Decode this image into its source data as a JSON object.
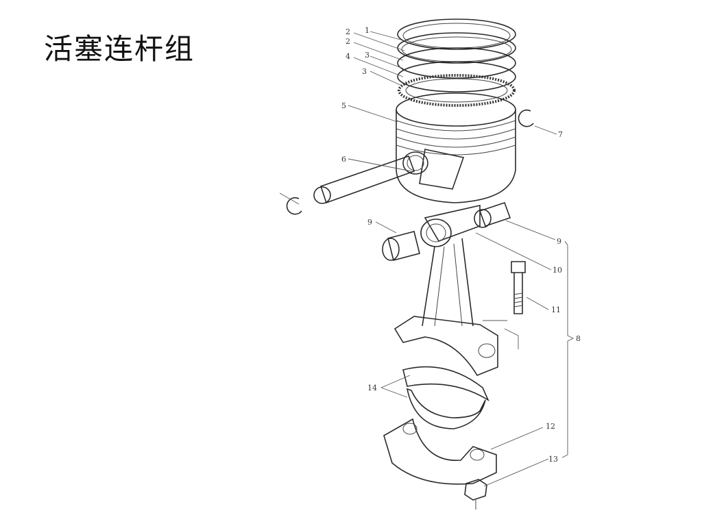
{
  "title": "活塞连杆组",
  "callouts": [
    {
      "id": "c1",
      "text": "1"
    },
    {
      "id": "c2a",
      "text": "2"
    },
    {
      "id": "c2b",
      "text": "2"
    },
    {
      "id": "c3a",
      "text": "3"
    },
    {
      "id": "c4",
      "text": "4"
    },
    {
      "id": "c3b",
      "text": "3"
    },
    {
      "id": "c5",
      "text": "5"
    },
    {
      "id": "c6",
      "text": "6"
    },
    {
      "id": "c7",
      "text": "7"
    },
    {
      "id": "c9a",
      "text": "9"
    },
    {
      "id": "c9b",
      "text": "9"
    },
    {
      "id": "c10",
      "text": "10"
    },
    {
      "id": "c11",
      "text": "11"
    },
    {
      "id": "c8",
      "text": "8"
    },
    {
      "id": "c14",
      "text": "14"
    },
    {
      "id": "c12",
      "text": "12"
    },
    {
      "id": "c13",
      "text": "13"
    }
  ]
}
